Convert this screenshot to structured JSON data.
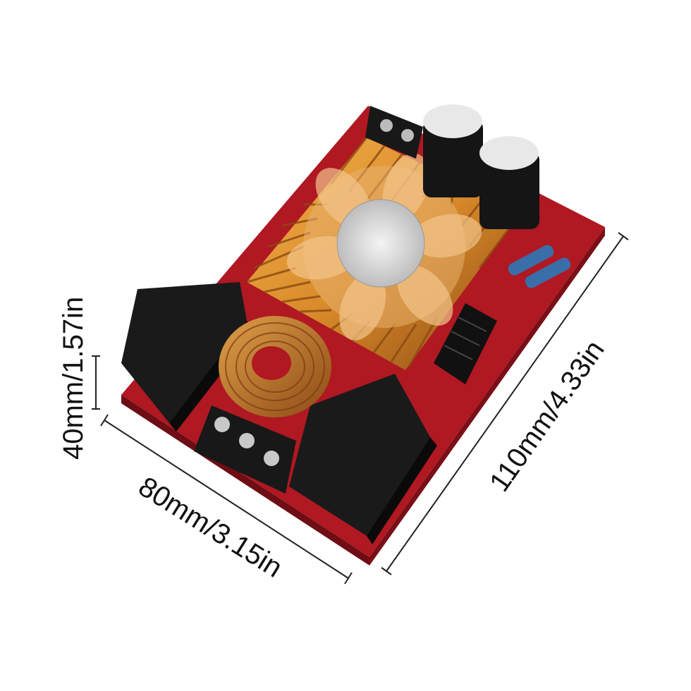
{
  "dimensions": {
    "height": "40mm/1.57in",
    "width": "80mm/3.15in",
    "length": "110mm/4.33in"
  },
  "colors": {
    "background": "#ffffff",
    "pcb": "#b01822",
    "heatsink": "#d98a2a",
    "capacitor": "#151515",
    "dimension_line": "#222222"
  }
}
